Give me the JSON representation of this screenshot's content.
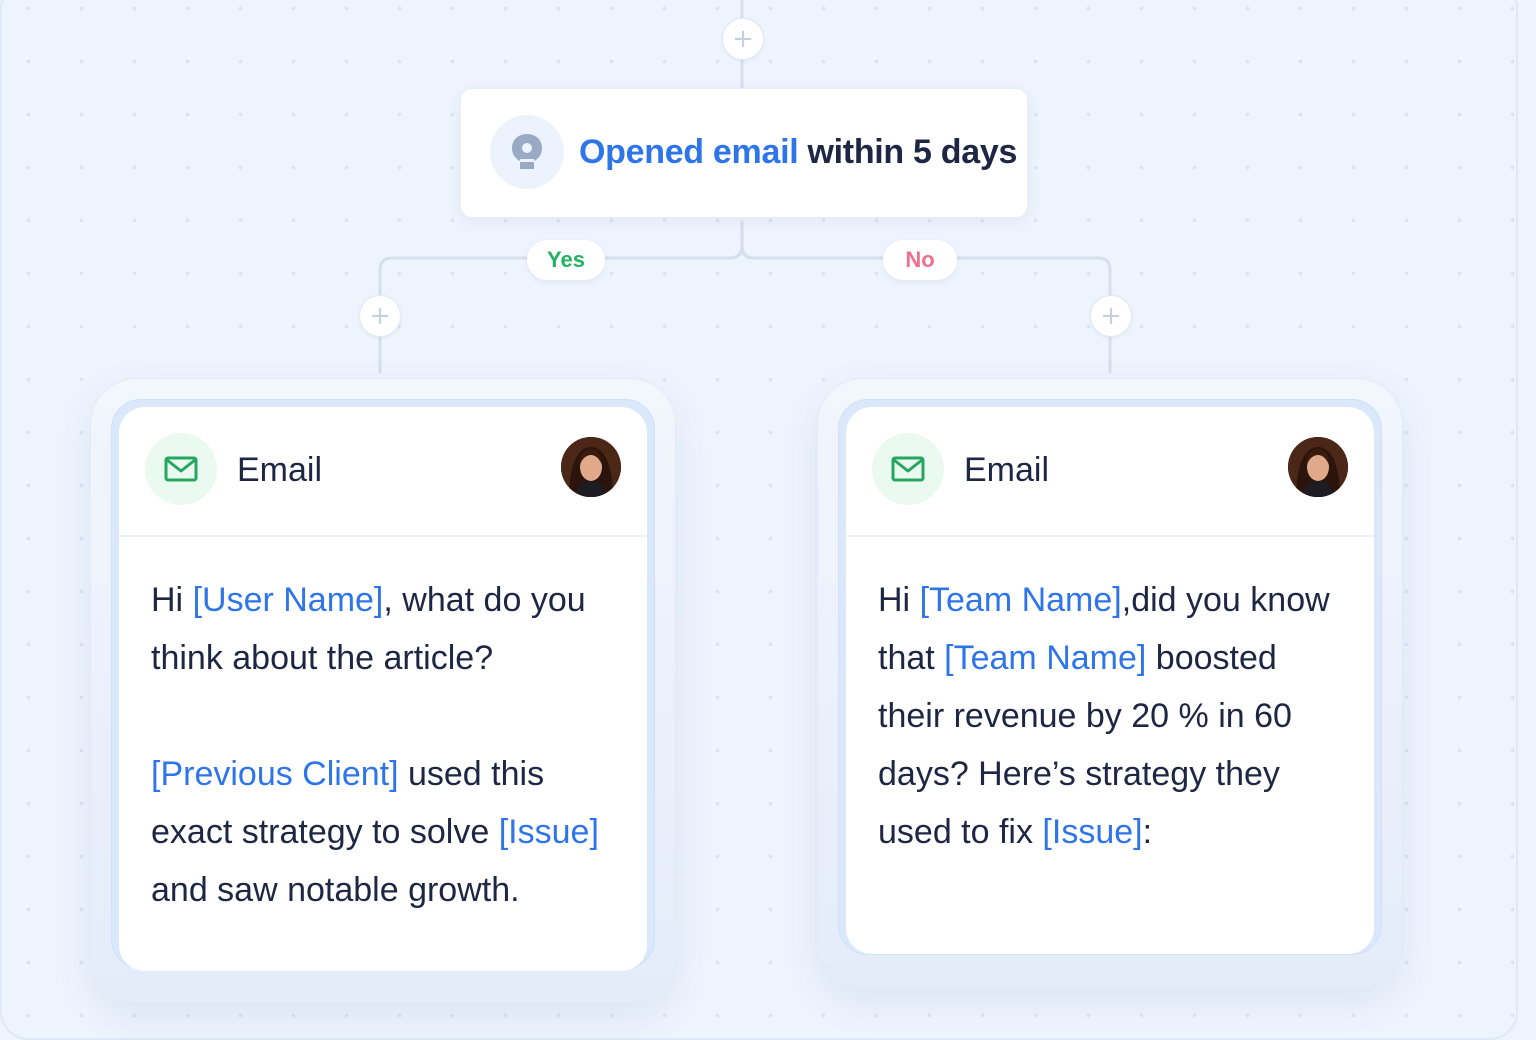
{
  "condition": {
    "link_text": "Opened email",
    "rest_text": " within 5 days",
    "icon": "pin-icon"
  },
  "branches": {
    "yes_label": "Yes",
    "no_label": "No"
  },
  "add_step_glyph": "+",
  "cards": [
    {
      "title": "Email",
      "icon": "mail-icon",
      "paragraph1": {
        "a": "Hi ",
        "b": "[User Name]",
        "c": ", what do you think about the article?"
      },
      "paragraph2": {
        "a": "[Previous Client]",
        "b": " used this exact strategy to solve ",
        "c": "[Issue]",
        "d": " and saw notable growth."
      }
    },
    {
      "title": "Email",
      "icon": "mail-icon",
      "paragraph1": {
        "a": "Hi ",
        "b": "[Team Name]",
        "c": ",did you know that ",
        "d": "[Team Name]",
        "e": " boosted their revenue by 20 % in 60 days? Here’s strategy they used to fix ",
        "f": "[Issue]",
        "g": ":"
      }
    }
  ],
  "colors": {
    "accent": "#2f75ea",
    "yes": "#24b262",
    "no": "#f06f8f",
    "mail_icon": "#27a660",
    "background": "#eef4fd"
  }
}
